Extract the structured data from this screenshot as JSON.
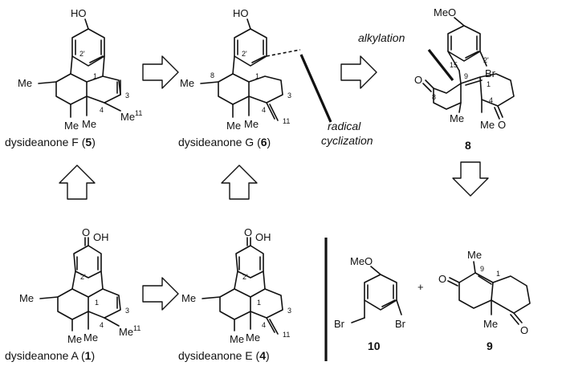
{
  "compounds": {
    "dysideanone_f": {
      "name": "dysideanone F (",
      "number": "5",
      "close": ")"
    },
    "dysideanone_g": {
      "name": "dysideanone G (",
      "number": "6",
      "close": ")"
    },
    "dysideanone_a": {
      "name": "dysideanone A (",
      "number": "1",
      "close": ")"
    },
    "dysideanone_e": {
      "name": "dysideanone E (",
      "number": "4",
      "close": ")"
    },
    "compound_8": {
      "number": "8"
    },
    "compound_9": {
      "number": "9"
    },
    "compound_10": {
      "number": "10"
    }
  },
  "annotations": {
    "radical": "radical",
    "cyclization": "cyclization",
    "alkylation": "alkylation"
  },
  "atoms": {
    "HO": "HO",
    "OH": "OH",
    "MeO": "MeO",
    "Me": "Me",
    "Br": "Br",
    "O": "O",
    "plus": "+"
  },
  "locants": {
    "n1": "1",
    "n2p": "2'",
    "n3": "3",
    "n4": "4",
    "n8": "8",
    "n9": "9",
    "n11": "11",
    "n15": "15"
  }
}
